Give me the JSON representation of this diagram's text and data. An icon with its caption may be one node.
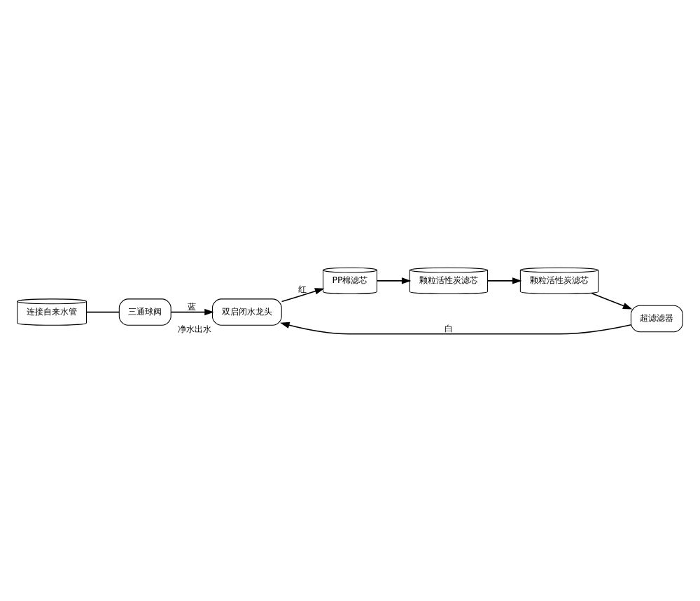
{
  "diagram": {
    "nodes": [
      {
        "text": [
          "双启闭水龙头"
        ],
        "beside": [
          "净水出水"
        ]
      },
      {
        "text": [
          "超滤滤器"
        ]
      },
      {
        "text": [
          "颗粒活性炭滤芯"
        ]
      },
      {
        "text": [
          "颗粒活性炭滤芯"
        ]
      },
      {
        "text": [
          "PP棉滤芯"
        ]
      },
      {
        "text": [
          "三通球阀"
        ]
      },
      {
        "text": [
          "连接自来水管"
        ]
      }
    ],
    "edges": [
      {
        "from": 6,
        "to": 5,
        "arrow": "none"
      },
      {
        "from": 5,
        "to": 0,
        "arrow": "to",
        "label": "蓝"
      },
      {
        "from": 0,
        "to": 4,
        "arrow": "to",
        "label": "红"
      },
      {
        "from": 4,
        "to": 3,
        "arrow": "to"
      },
      {
        "from": 3,
        "to": 2,
        "arrow": "to"
      },
      {
        "from": 2,
        "to": 1,
        "arrow": "to"
      },
      {
        "from": 1,
        "to": 0,
        "arrow": "to",
        "label": "白"
      }
    ]
  }
}
